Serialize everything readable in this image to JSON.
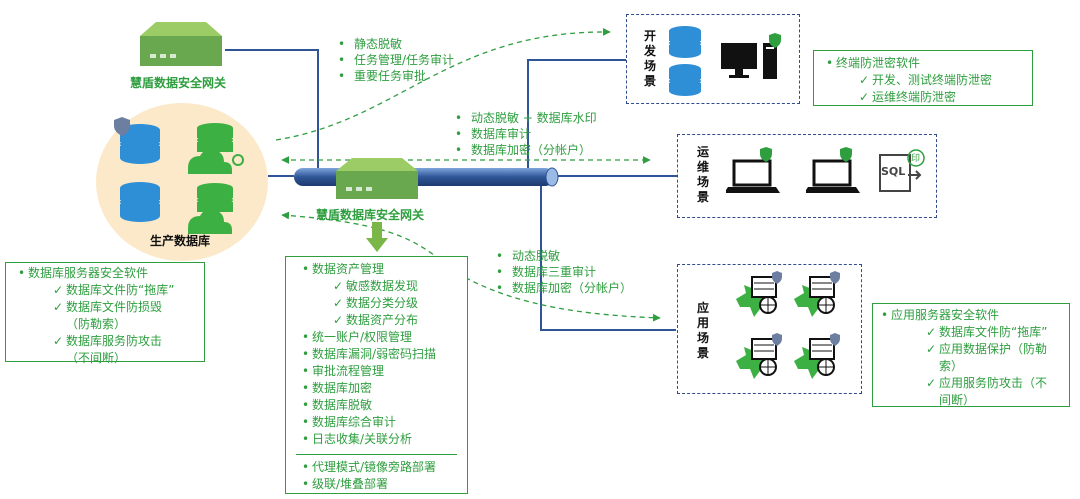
{
  "gateways": {
    "top_label": "慧盾数据安全网关",
    "db_label": "慧盾数据库安全网关"
  },
  "production": {
    "label": "生产数据库"
  },
  "scenes": {
    "dev": "开发场景",
    "ops": "运维场景",
    "app": "应用场景"
  },
  "flows": {
    "dev": [
      "静态脱敏",
      "任务管理/任务审计",
      "重要任务审批"
    ],
    "ops": [
      "动态脱敏 + 数据库水印",
      "数据库审计",
      "数据库加密（分帐户）"
    ],
    "app": [
      "动态脱敏",
      "数据库三重审计",
      "数据库加密（分帐户）"
    ]
  },
  "terminal_box": {
    "title": "终端防泄密软件",
    "items": [
      "开发、测试终端防泄密",
      "运维终端防泄密"
    ]
  },
  "db_server_box": {
    "title": "数据库服务器安全软件",
    "items": [
      "数据库文件防“拖库”",
      "数据库文件防损毁",
      "（防勒索）",
      "数据库服务防攻击",
      "（不间断）"
    ]
  },
  "app_server_box": {
    "title": "应用服务器安全软件",
    "items": [
      "数据库文件防“拖库”",
      "应用数据保护（防勒",
      "索）",
      "应用服务防攻击（不",
      "间断）"
    ]
  },
  "center_box": {
    "asset_title": "数据资产管理",
    "asset_items": [
      "敏感数据发现",
      "数据分类分级",
      "数据资产分布"
    ],
    "features": [
      "统一账户/权限管理",
      "数据库漏洞/弱密码扫描",
      "审批流程管理",
      "数据库加密",
      "数据库脱敏",
      "数据库综合审计",
      "日志收集/关联分析"
    ],
    "deploy": [
      "代理模式/镜像旁路部署",
      "级联/堆叠部署"
    ]
  },
  "icons": {
    "sql_label": "SQL",
    "seal_label": "印"
  },
  "colors": {
    "accent": "#2e9e3f",
    "pipe": "#2f5597",
    "db_blue": "#2e8fd6",
    "appliance": "#7ab648"
  }
}
